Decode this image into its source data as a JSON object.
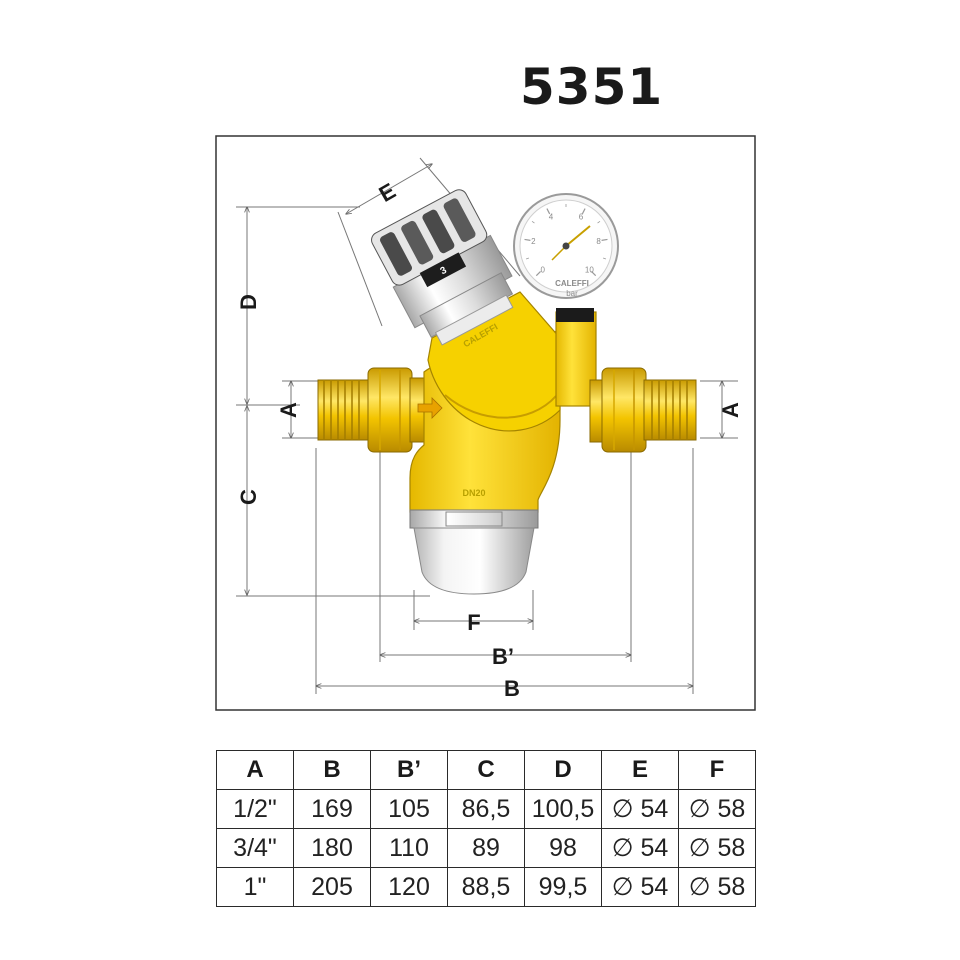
{
  "model_number": "5351",
  "diagram": {
    "dimension_labels": {
      "a_left": "A",
      "a_right": "A",
      "b": "B",
      "b_prime": "B’",
      "c": "C",
      "d": "D",
      "e": "E",
      "f": "F"
    },
    "gauge": {
      "ticks": [
        "0",
        "2",
        "4",
        "6",
        "8",
        "10"
      ],
      "brand": "CALEFFI",
      "unit": "bar"
    },
    "body_markings": {
      "brand": "CALEFFI",
      "size": "DN20",
      "knob_setting": "3"
    },
    "colors": {
      "brass": "#f2c200",
      "body_yellow": "#f5d300",
      "chrome": "#d8d8d8",
      "line": "#666666"
    }
  },
  "table": {
    "headers": [
      "A",
      "B",
      "B’",
      "C",
      "D",
      "E",
      "F"
    ],
    "rows": [
      [
        "1/2\"",
        "169",
        "105",
        "86,5",
        "100,5",
        "∅ 54",
        "∅ 58"
      ],
      [
        "3/4\"",
        "180",
        "110",
        "89",
        "98",
        "∅ 54",
        "∅ 58"
      ],
      [
        "1\"",
        "205",
        "120",
        "88,5",
        "99,5",
        "∅ 54",
        "∅ 58"
      ]
    ]
  }
}
